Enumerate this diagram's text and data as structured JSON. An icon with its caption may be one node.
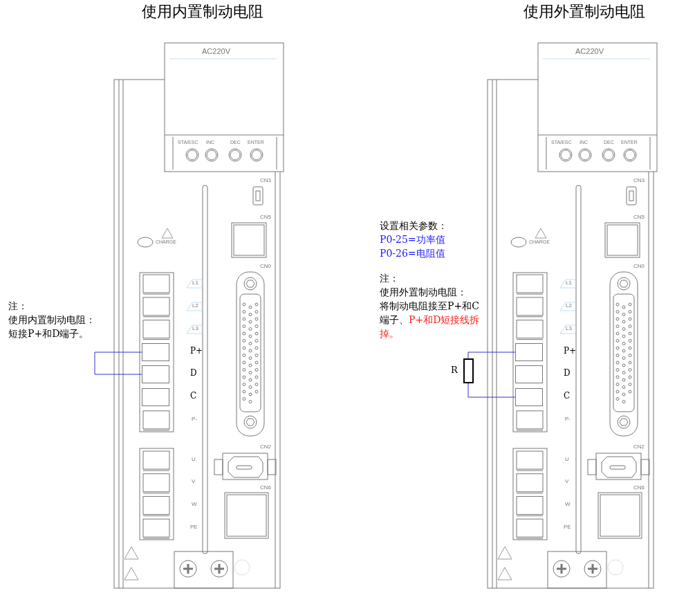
{
  "diagram": {
    "nodes": [
      {
        "text": [
          "P+"
        ]
      },
      {
        "text": [
          "D"
        ]
      },
      {
        "text": [
          "C"
        ]
      },
      {
        "text": [
          "P+"
        ]
      },
      {
        "text": [
          "D"
        ]
      },
      {
        "text": [
          "C"
        ]
      },
      {
        "text": [
          "R"
        ]
      }
    ],
    "edges": [
      {
        "from": 0,
        "to": 1,
        "arrow": "none"
      },
      {
        "from": 3,
        "to": 6,
        "arrow": "none"
      },
      {
        "from": 6,
        "to": 5,
        "arrow": "none"
      }
    ],
    "labels": [
      "使用内置制动电阻",
      "使用外置制动电阻",
      "AC220V",
      "STA/ESC",
      "INC",
      "DEC",
      "ENTER",
      "CN3",
      "CN5",
      "CHARGE",
      "CN0",
      "L1",
      "L2",
      "L3",
      "P-",
      "CN2",
      "U",
      "V",
      "W",
      "PE",
      "CN6",
      "AC220V",
      "STA/ESC",
      "INC",
      "DEC",
      "ENTER",
      "CN3",
      "CN5",
      "CHARGE",
      "CN0",
      "L1",
      "L2",
      "L3",
      "P-",
      "CN2",
      "U",
      "V",
      "W",
      "PE",
      "CN6",
      "注：",
      "使用内置制动电阻：",
      "短接P+和D端子。",
      "设置相关参数：",
      "P0-25=功率值",
      "P0-26=电阻值",
      "注：",
      "使用外置制动电阻：",
      "将制动电阻接至P+和C端子、",
      "P+和D短接线拆掉。"
    ]
  }
}
